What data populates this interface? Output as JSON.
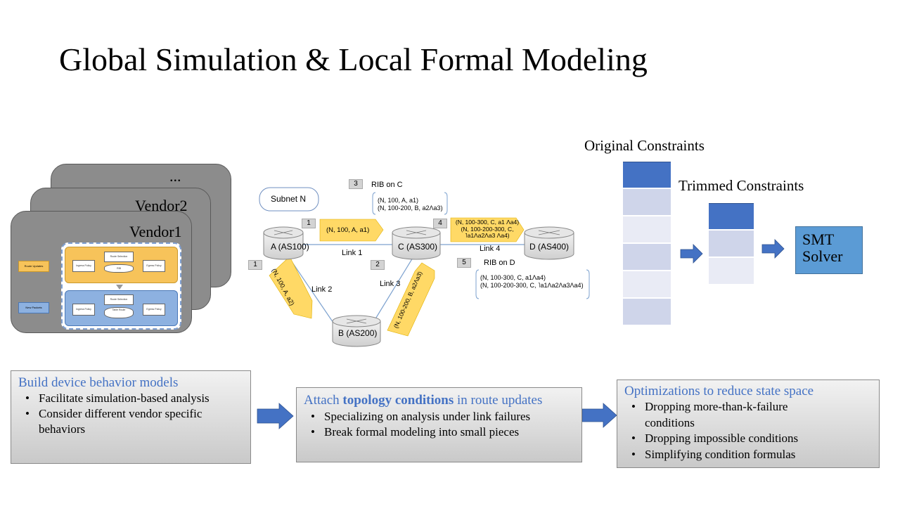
{
  "title": "Global Simulation & Local Formal Modeling",
  "vendors": {
    "ellipsis": "...",
    "vendor2": "Vendor2",
    "vendor1": "Vendor1",
    "inner": {
      "route_selection": "Route Selection",
      "rib": "RIB",
      "ingress_policy": "Ingress Policy",
      "egress_policy": "Egress Policy",
      "route_updates": "Route Updates",
      "new_packets": "New Packets",
      "table_route": "Table Route"
    }
  },
  "topology": {
    "subnet": "Subnet N",
    "routers": {
      "a": "A (AS100)",
      "b": "B (AS200)",
      "c": "C (AS300)",
      "d": "D (AS400)"
    },
    "links": {
      "link1": "Link 1",
      "link2": "Link 2",
      "link3": "Link 3",
      "link4": "Link 4"
    },
    "steps": [
      "1",
      "1",
      "2",
      "3",
      "4",
      "5"
    ],
    "updates": {
      "a_to_c": "(N, 100, A, a1)",
      "a_to_b": "(N, 100, A, a2)",
      "b_to_c": "(N, 100-200, B, a2Λa3)",
      "c_to_d_line1": "(N, 100-300, C, a1 Λa4)",
      "c_to_d_line2": "(N, 100-200-300, C,",
      "c_to_d_line3": "˥a1Λa2Λa3 Λa4)"
    },
    "rib_c": {
      "title": "RIB on C",
      "entries": [
        "(N, 100, A, a1)",
        "(N, 100-200, B, a2Λa3)"
      ]
    },
    "rib_d": {
      "title": "RIB on D",
      "entries": [
        "(N, 100-300, C, a1Λa4)",
        "(N, 100-200-300, C, ˥a1Λa2Λa3Λa4)"
      ]
    }
  },
  "constraints": {
    "original": "Original Constraints",
    "trimmed": "Trimmed Constraints",
    "solver_line1": "SMT",
    "solver_line2": "Solver"
  },
  "panels": {
    "build": {
      "heading": "Build device behavior models",
      "bullets": [
        "Facilitate simulation-based analysis",
        "Consider different vendor specific behaviors"
      ]
    },
    "attach": {
      "heading_pre": "Attach ",
      "heading_bold": "topology conditions",
      "heading_post": " in route updates",
      "bullets": [
        "Specializing on analysis under link failures",
        "Break formal modeling into small pieces"
      ]
    },
    "optimize": {
      "heading": "Optimizations to reduce state space",
      "bullets": [
        "Dropping more-than-k-failure conditions",
        "Dropping impossible conditions",
        "Simplifying condition formulas"
      ]
    }
  },
  "colors": {
    "accent_blue": "#4472c4",
    "dark_block": "#4472c4",
    "light_block": "#cfd5ea",
    "lighter_block": "#e9ebf5",
    "update_arrow": "#ffd966",
    "card_gray": "#8c8c8c"
  }
}
